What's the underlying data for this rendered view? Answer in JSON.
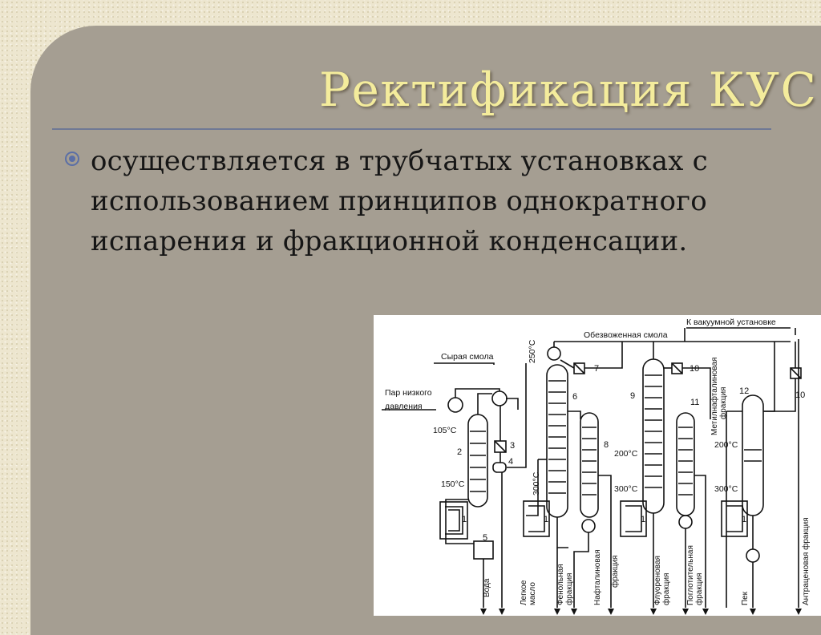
{
  "slide": {
    "title": "Ректификация КУС",
    "bullet_text": "осуществляется в трубчатых установках с использованием принципов однократного испарения и фракционной конденсации.",
    "bullet_icon": "circle-bullet-icon"
  },
  "diagram": {
    "top_labels": {
      "dehydrated_tar": "Обезвоженная смола",
      "to_vacuum_unit": "К вакуумной установке",
      "raw_tar": "Сырая смола",
      "steam_line1": "Пар низкого",
      "steam_line2": "давления"
    },
    "temperatures": {
      "t250": "250°C",
      "t105": "105°C",
      "t150": "150°C",
      "t300_a": "300°C",
      "t200_a": "200°C",
      "t300_b": "300°C",
      "t200_b": "200°C",
      "t300_c": "300°C"
    },
    "numbers": {
      "n1a": "1",
      "n1b": "1",
      "n1c": "1",
      "n1d": "1",
      "n2": "2",
      "n3": "3",
      "n4": "4",
      "n5": "5",
      "n6": "6",
      "n7": "7",
      "n8": "8",
      "n9": "9",
      "n10a": "10",
      "n10b": "10",
      "n11": "11",
      "n12": "12"
    },
    "outputs": {
      "water": "Вода",
      "light_oil_1": "Легкое",
      "light_oil_2": "масло",
      "phenol_1": "Фенольная",
      "phenol_2": "фракция",
      "naphthalene_1": "Нафталиновая",
      "naphthalene_2": "фракция",
      "fluorene_1": "Флуореновая",
      "fluorene_2": "фракция",
      "absorbing_1": "Поглотительная",
      "absorbing_2": "фракция",
      "pitch": "Пек",
      "anthracene": "Антраценовая фракция",
      "methylnaph_1": "Метилнафталиновая",
      "methylnaph_2": "фракция"
    }
  }
}
